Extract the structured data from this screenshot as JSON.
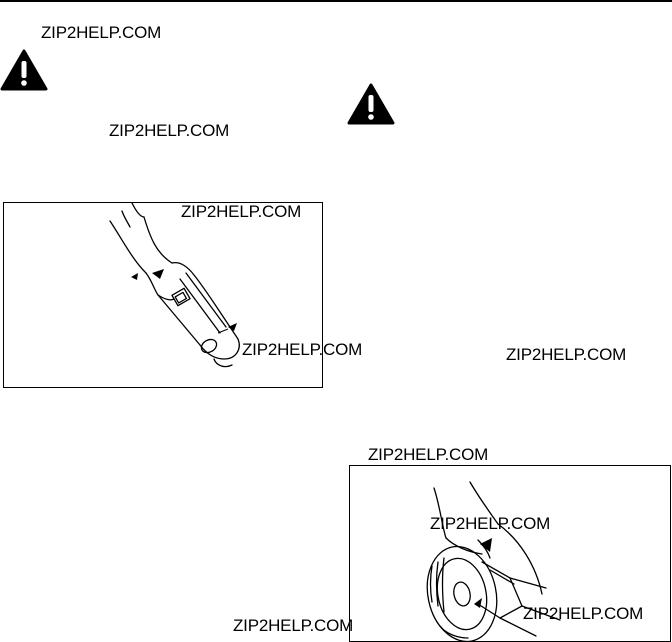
{
  "watermarks": [
    "ZIP2HELP.COM",
    "ZIP2HELP.COM",
    "ZIP2HELP.COM",
    "ZIP2HELP.COM",
    "ZIP2HELP.COM",
    "ZIP2HELP.COM",
    "ZIP2HELP.COM",
    "ZIP2HELP.COM",
    "ZIP2HELP.COM"
  ],
  "icons": {
    "warning_left": "warning-triangle-icon",
    "warning_right": "warning-triangle-icon"
  },
  "figures": {
    "wrench": "wrench-illustration",
    "tire": "tire-illustration"
  },
  "colors": {
    "ink": "#000000",
    "paper": "#ffffff"
  }
}
